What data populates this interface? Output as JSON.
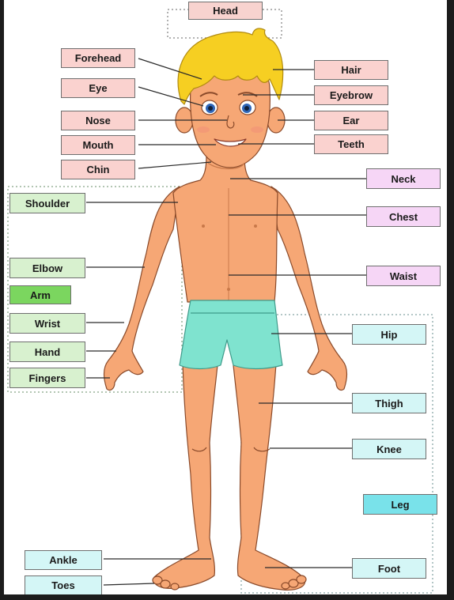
{
  "labels": {
    "head": "Head",
    "forehead": "Forehead",
    "eye": "Eye",
    "nose": "Nose",
    "mouth": "Mouth",
    "chin": "Chin",
    "hair": "Hair",
    "eyebrow": "Eyebrow",
    "ear": "Ear",
    "teeth": "Teeth",
    "neck": "Neck",
    "chest": "Chest",
    "waist": "Waist",
    "shoulder": "Shoulder",
    "elbow": "Elbow",
    "arm": "Arm",
    "wrist": "Wrist",
    "hand": "Hand",
    "fingers": "Fingers",
    "hip": "Hip",
    "thigh": "Thigh",
    "knee": "Knee",
    "leg": "Leg",
    "ankle": "Ankle",
    "toes": "Toes",
    "foot": "Foot"
  },
  "colors": {
    "skin": "#f6a775",
    "hair": "#f6cf22",
    "shorts": "#7fe3cf",
    "head_group": "#fad2cf",
    "trunk_group": "#f6d6f6",
    "arm_group": "#d8f1cf",
    "arm_highlight": "#7bd65f",
    "leg_group": "#d4f6f6",
    "leg_highlight": "#79e2ea"
  }
}
